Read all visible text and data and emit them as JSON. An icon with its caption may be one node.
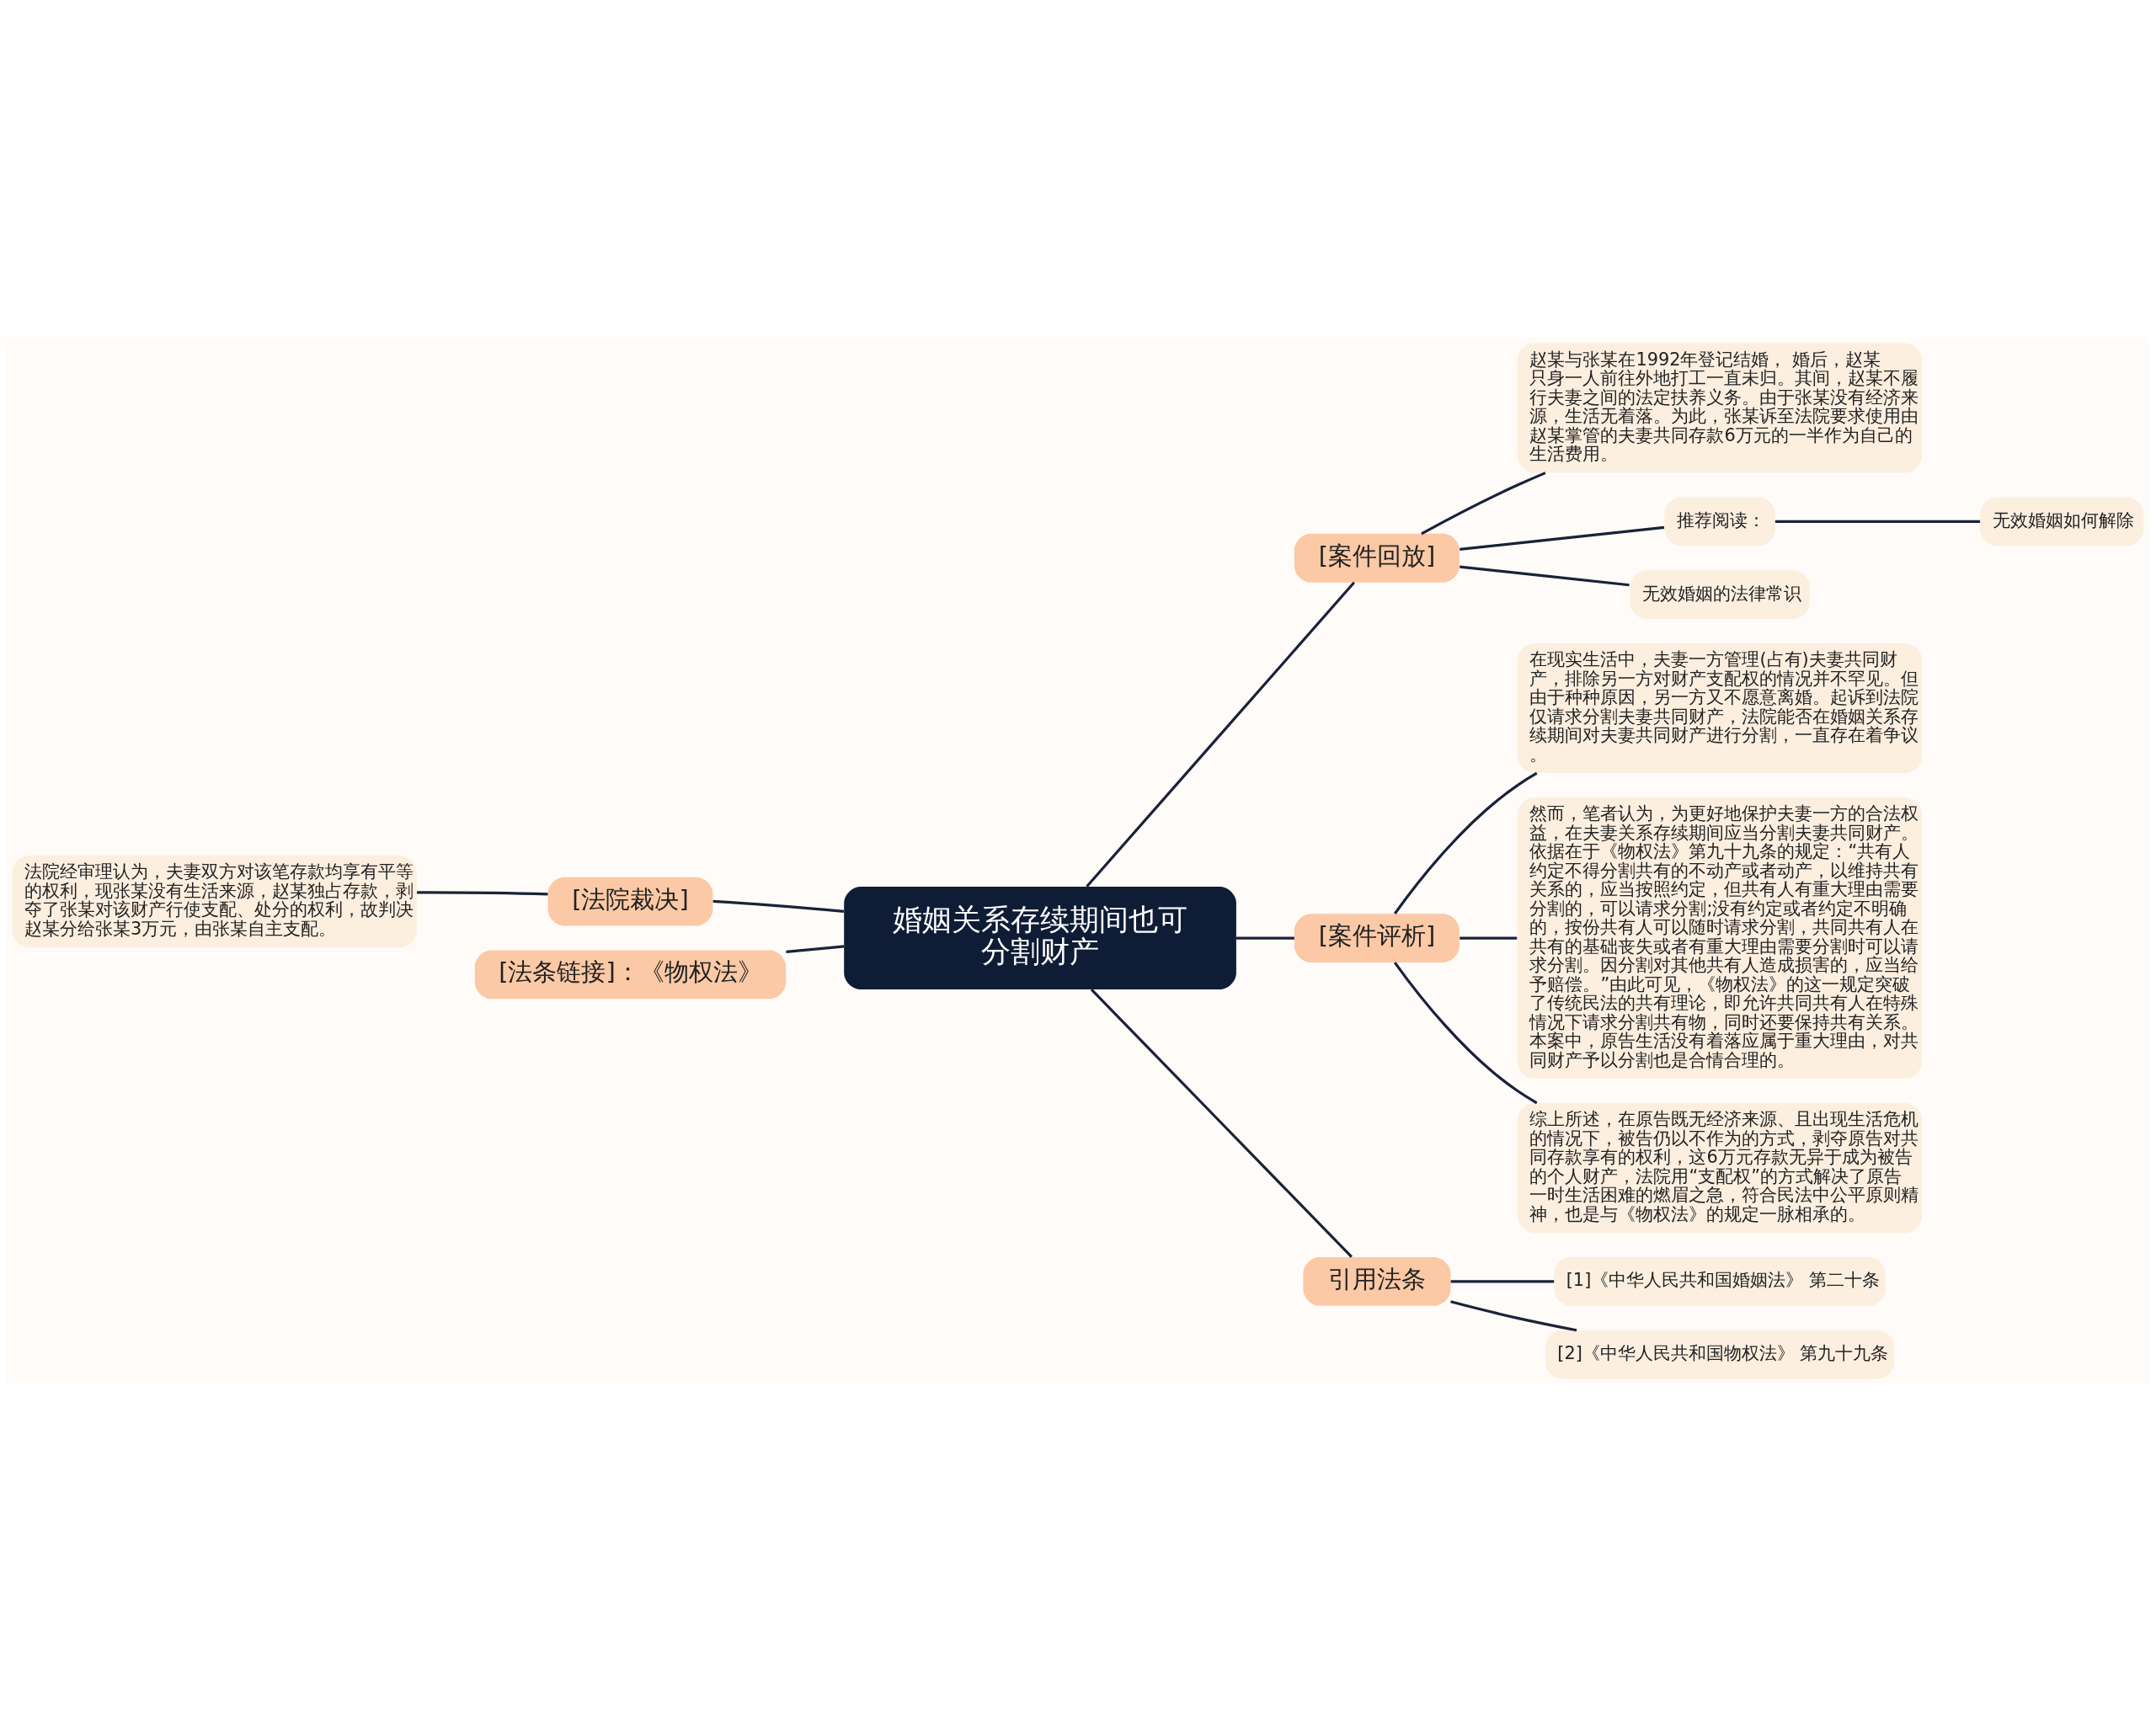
{
  "diagram": {
    "nodes": [
      {
        "text": [
          "婚姻关系存续期间也可分割财产"
        ]
      },
      {
        "text": [
          "[案件回放]"
        ]
      },
      {
        "text": [
          "赵某与张某在1992年登记结婚， 婚后，赵某只身一人前往外地打工一直未归。其间，赵某不履行夫妻之间的法定扶养义务。由于张某没有经济来源，生活无着落。为此，张某诉至法院要求使用由赵某掌管的夫妻共同存款6万元的一半作为自己的生活费用。"
        ]
      },
      {
        "text": [
          "推荐阅读："
        ]
      },
      {
        "text": [
          "无效婚姻如何解除"
        ]
      },
      {
        "text": [
          "无效婚姻的法律常识"
        ]
      },
      {
        "text": [
          "[法院裁决]"
        ]
      },
      {
        "text": [
          "法院经审理认为，夫妻双方对该笔存款均享有平等的权利，现张某没有生活来源，赵某独占存款，剥夺了张某对该财产行使支配、处分的权利，故判决赵某分给张某3万元，由张某自主支配。"
        ]
      },
      {
        "text": [
          "[案件评析]"
        ]
      },
      {
        "text": [
          "在现实生活中，夫妻一方管理(占有)夫妻共同财产，排除另一方对财产支配权的情况并不罕见。但由于种种原因，另一方又不愿意离婚。起诉到法院仅请求分割夫妻共同财产，法院能否在婚姻关系存续期间对夫妻共同财产进行分割，一直存在着争议。"
        ]
      },
      {
        "text": [
          "然而，笔者认为，为更好地保护夫妻一方的合法权益，在夫妻关系存续期间应当分割夫妻共同财产。依据在于《物权法》第九十九条的规定：“共有人约定不得分割共有的不动产或者动产，以维持共有关系的，应当按照约定，但共有人有重大理由需要分割的，可以请求分割;没有约定或者约定不明确的，按份共有人可以随时请求分割，共同共有人在共有的基础丧失或者有重大理由需要分割时可以请求分割。因分割对其他共有人造成损害的，应当给予赔偿。”由此可见，《物权法》的这一规定突破了传统民法的共有理论，即允许共同共有人在特殊情况下请求分割共有物，同时还要保持共有关系。本案中，原告生活没有着落应属于重大理由，对共同财产予以分割也是合情合理的。"
        ]
      },
      {
        "text": [
          "综上所述，在原告既无经济来源、且出现生活危机的情况下，被告仍以不作为的方式，剥夺原告对共同存款享有的权利，这6万元存款无异于成为被告的个人财产，法院用“支配权”的方式解决了原告一时生活困难的燃眉之急，符合民法中公平原则精神，也是与《物权法》的规定一脉相承的。"
        ]
      },
      {
        "text": [
          "[法条链接]：《物权法》"
        ]
      },
      {
        "text": [
          "引用法条"
        ]
      },
      {
        "text": [
          "[1]《中华人民共和国婚姻法》 第二十条"
        ]
      },
      {
        "text": [
          "[2]《中华人民共和国物权法》 第九十九条"
        ]
      }
    ],
    "edges": [
      {
        "from": 0,
        "to": 1,
        "arrow": "none"
      },
      {
        "from": 1,
        "to": 2,
        "arrow": "none"
      },
      {
        "from": 1,
        "to": 3,
        "arrow": "none"
      },
      {
        "from": 3,
        "to": 4,
        "arrow": "none"
      },
      {
        "from": 1,
        "to": 5,
        "arrow": "none"
      },
      {
        "from": 0,
        "to": 6,
        "arrow": "none"
      },
      {
        "from": 6,
        "to": 7,
        "arrow": "none"
      },
      {
        "from": 0,
        "to": 8,
        "arrow": "none"
      },
      {
        "from": 8,
        "to": 9,
        "arrow": "none"
      },
      {
        "from": 8,
        "to": 10,
        "arrow": "none"
      },
      {
        "from": 8,
        "to": 11,
        "arrow": "none"
      },
      {
        "from": 0,
        "to": 12,
        "arrow": "none"
      },
      {
        "from": 0,
        "to": 13,
        "arrow": "none"
      },
      {
        "from": 13,
        "to": 14,
        "arrow": "none"
      },
      {
        "from": 13,
        "to": 15,
        "arrow": "none"
      }
    ]
  }
}
